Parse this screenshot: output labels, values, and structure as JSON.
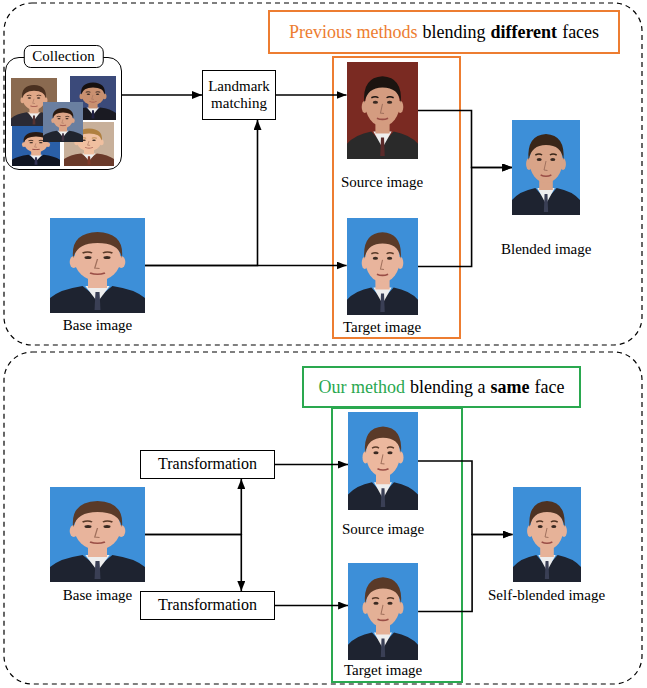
{
  "diagram": {
    "nodes": [
      {
        "text": [
          "Previous methods",
          "blending",
          "different",
          "faces"
        ]
      },
      {
        "text": [
          "Collection"
        ]
      },
      {
        "text": [
          "Landmark matching"
        ]
      },
      {
        "text": [
          "Source image"
        ]
      },
      {
        "text": [
          "Target image"
        ]
      },
      {
        "text": [
          "Blended image"
        ]
      },
      {
        "text": [
          "Base image"
        ]
      },
      {
        "text": [
          "Our method",
          "blending a",
          "same",
          "face"
        ]
      },
      {
        "text": [
          "Transformation"
        ]
      },
      {
        "text": [
          "Source image"
        ]
      },
      {
        "text": [
          "Base image"
        ]
      },
      {
        "text": [
          "Transformation"
        ]
      },
      {
        "text": [
          "Target image"
        ]
      },
      {
        "text": [
          "Self-blended image"
        ]
      }
    ],
    "edges": [
      {
        "from": 1,
        "to": 2,
        "arrow": "to"
      },
      {
        "from": 6,
        "to": 2,
        "arrow": "to"
      },
      {
        "from": 6,
        "to": 4,
        "arrow": "to"
      },
      {
        "from": 2,
        "to": 3,
        "arrow": "to"
      },
      {
        "from": 3,
        "to": 5,
        "arrow": "to"
      },
      {
        "from": 4,
        "to": 5,
        "arrow": "to"
      },
      {
        "from": 10,
        "to": 8,
        "arrow": "to"
      },
      {
        "from": 10,
        "to": 11,
        "arrow": "to"
      },
      {
        "from": 8,
        "to": 9,
        "arrow": "to"
      },
      {
        "from": 11,
        "to": 12,
        "arrow": "to"
      },
      {
        "from": 9,
        "to": 13,
        "arrow": "to"
      },
      {
        "from": 12,
        "to": 13,
        "arrow": "to"
      }
    ]
  }
}
